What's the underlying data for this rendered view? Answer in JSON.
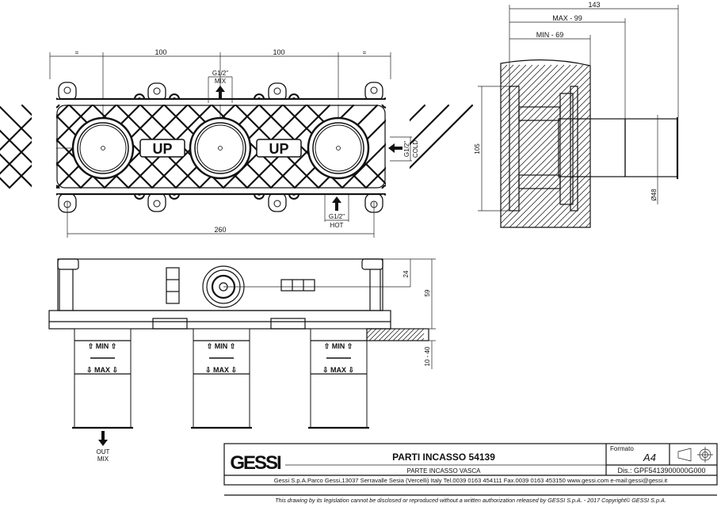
{
  "top_view": {
    "dim_equal": "=",
    "dim_spacing_1": "100",
    "dim_spacing_2": "100",
    "dim_total": "260",
    "mix_size": "G1/2\"",
    "mix_label": "MIX",
    "cold_size": "G1/2\"",
    "cold_label": "COLD",
    "hot_size": "G1/2\"",
    "hot_label": "HOT",
    "up_label": "UP"
  },
  "side_view": {
    "min_label": "MIN",
    "max_label": "MAX",
    "dim_24": "24",
    "dim_59": "59",
    "dim_10_40": "10 - 40",
    "out_label": "OUT",
    "out_mix_label": "MIX"
  },
  "section_view": {
    "dim_143": "143",
    "dim_max": "MAX - 99",
    "dim_min": "MIN - 69",
    "dim_105": "105",
    "dim_d48": "Ø48"
  },
  "title_block": {
    "logo_text": "GESSI",
    "title": "PARTI INCASSO 54139",
    "subtitle": "PARTE INCASSO VASCA",
    "format_label": "Formato",
    "format_value": "A4",
    "drawing_number": "Dis.: GPF5413900000G000",
    "address": "Gessi S.p.A.Parco Gessi,13037 Serravalle Sesia (Vercelli) Italy Tel.0039 0163 454111 Fax.0039 0163 453150 www.gessi.com e-mail:gessi@gessi.it",
    "copyright": "This drawing by its legislation cannot be disclosed or reproduced without a written authorization released by GESSI S.p.A. - 2017 Copyright© GESSI S.p.A."
  }
}
